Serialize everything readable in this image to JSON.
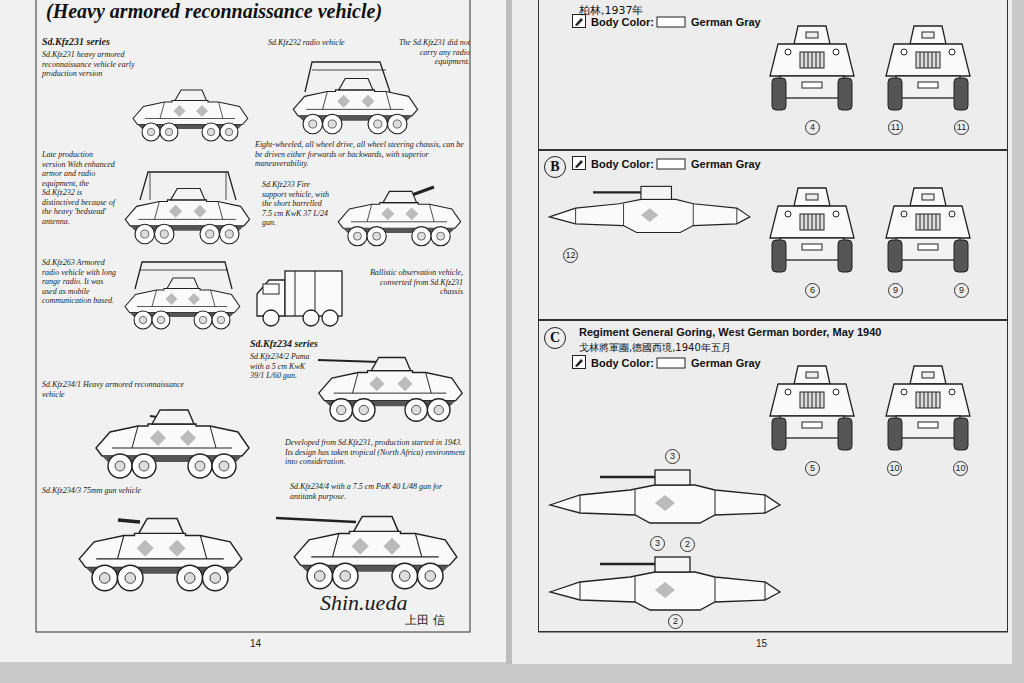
{
  "diagram": {
    "title": "(Heavy armored reconnaissance vehicle)",
    "nodes": [
      {
        "text": [
          "柏林,1937年",
          "Body Color:",
          "German Gray"
        ]
      },
      {
        "text": [
          "Body Color:",
          "German Gray"
        ]
      },
      {
        "text": [
          "B"
        ],
        "in": 1
      },
      {
        "text": [
          "Regiment General Goring, West German border, May 1940",
          "戈林將軍團,德國西境,1940年五月",
          "Body Color:",
          "German Gray"
        ]
      },
      {
        "text": [
          "C"
        ],
        "in": 3
      }
    ],
    "labels": [
      "Sd.Kfz231 series",
      "Sd.Kfz231 heavy armored reconnaissance vehicle early production version",
      "Sd.Kfz232 radio vehicle",
      "The Sd.Kfz231 did not carry any radio equipment.",
      "Late production version With enhanced armor and radio equipment, the Sd.Kfz232 is distinctived because of the heavy 'bedstead' antenna.",
      "Eight-wheeled, all wheel drive, all wheel steering chassis, can be be driven either forwards or backwards, with superior maneuverability.",
      "Sd.Kfz233 Fire support vehicle, with the short barrelled 7.5 cm KwK 37 L/24 gun.",
      "Sd.Kfz263 Armored radio vehicle with long range radio. It was used as mobile communication based.",
      "Ballistic observation vehicle, converted from Sd.Kfz231 chassis",
      "Sd.Kfz234 series",
      "Sd.Kfz234/2 Puma with a 5 cm KwK 39/1 L/60 gun.",
      "Sd.Kfz234/1 Heavy armored reconnaissance vehicle",
      "Developed from Sd.Kfz231, production started in 1943. Its design has taken tropical (North Africa) environment into consideration.",
      "Sd.Kfz234/3 75mm gun vehicle",
      "Sd.Kfz234/4 with a 7.5 cm PaK 40 L/48 gun for antitank purpose.",
      "Shin.ueda",
      "上田 信",
      "14",
      "15",
      "4",
      "11",
      "11",
      "12",
      "6",
      "9",
      "9",
      "5",
      "10",
      "10",
      "3",
      "2",
      "3",
      "2"
    ]
  }
}
